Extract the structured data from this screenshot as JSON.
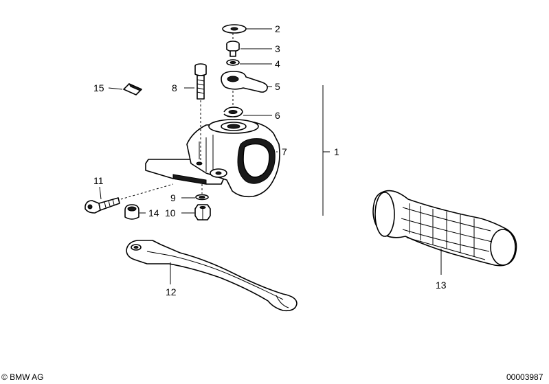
{
  "labels": {
    "p1": "1",
    "p2": "2",
    "p3": "3",
    "p4": "4",
    "p5": "5",
    "p6": "6",
    "p7": "7",
    "p8": "8",
    "p9": "9",
    "p10": "10",
    "p11": "11",
    "p12": "12",
    "p13": "13",
    "p14": "14",
    "p15": "15"
  },
  "footer": {
    "copyright": "© BMW AG",
    "drawing_number": "00003987"
  }
}
